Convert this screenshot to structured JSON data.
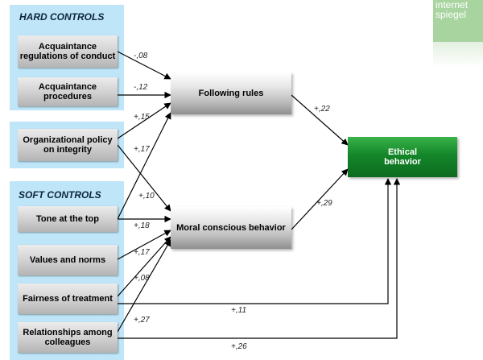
{
  "hard_controls": {
    "title": "HARD CONTROLS",
    "items": [
      "Acquaintance regulations of conduct",
      "Acquaintance procedures"
    ]
  },
  "policy": {
    "label": "Organizational policy on integrity"
  },
  "soft_controls": {
    "title": "SOFT CONTROLS",
    "items": [
      "Tone at the top",
      "Values and norms",
      "Fairness of treatment",
      "Relationships among colleagues"
    ]
  },
  "mediators": {
    "following_rules": "Following rules",
    "moral_conscious": "Moral conscious behavior"
  },
  "outcome": {
    "ethical_behavior": "Ethical behavior"
  },
  "coefficients": {
    "c1": "-,08",
    "c2": "-,12",
    "c3": "+,15",
    "c4": "+,17",
    "c5": "+,10",
    "c6": "+,18",
    "c7": "+,17",
    "c8": "+,08",
    "c9": "+,27",
    "c10": "+,22",
    "c11": "+,29",
    "c12": "+,11",
    "c13": "+,26"
  },
  "logo": {
    "line1": "internet",
    "line2": "spiegel"
  },
  "colors": {
    "panel": "#bfe6f8",
    "outcome": "#14862a",
    "arrow": "#000000",
    "logo": "#a8d4a0"
  }
}
